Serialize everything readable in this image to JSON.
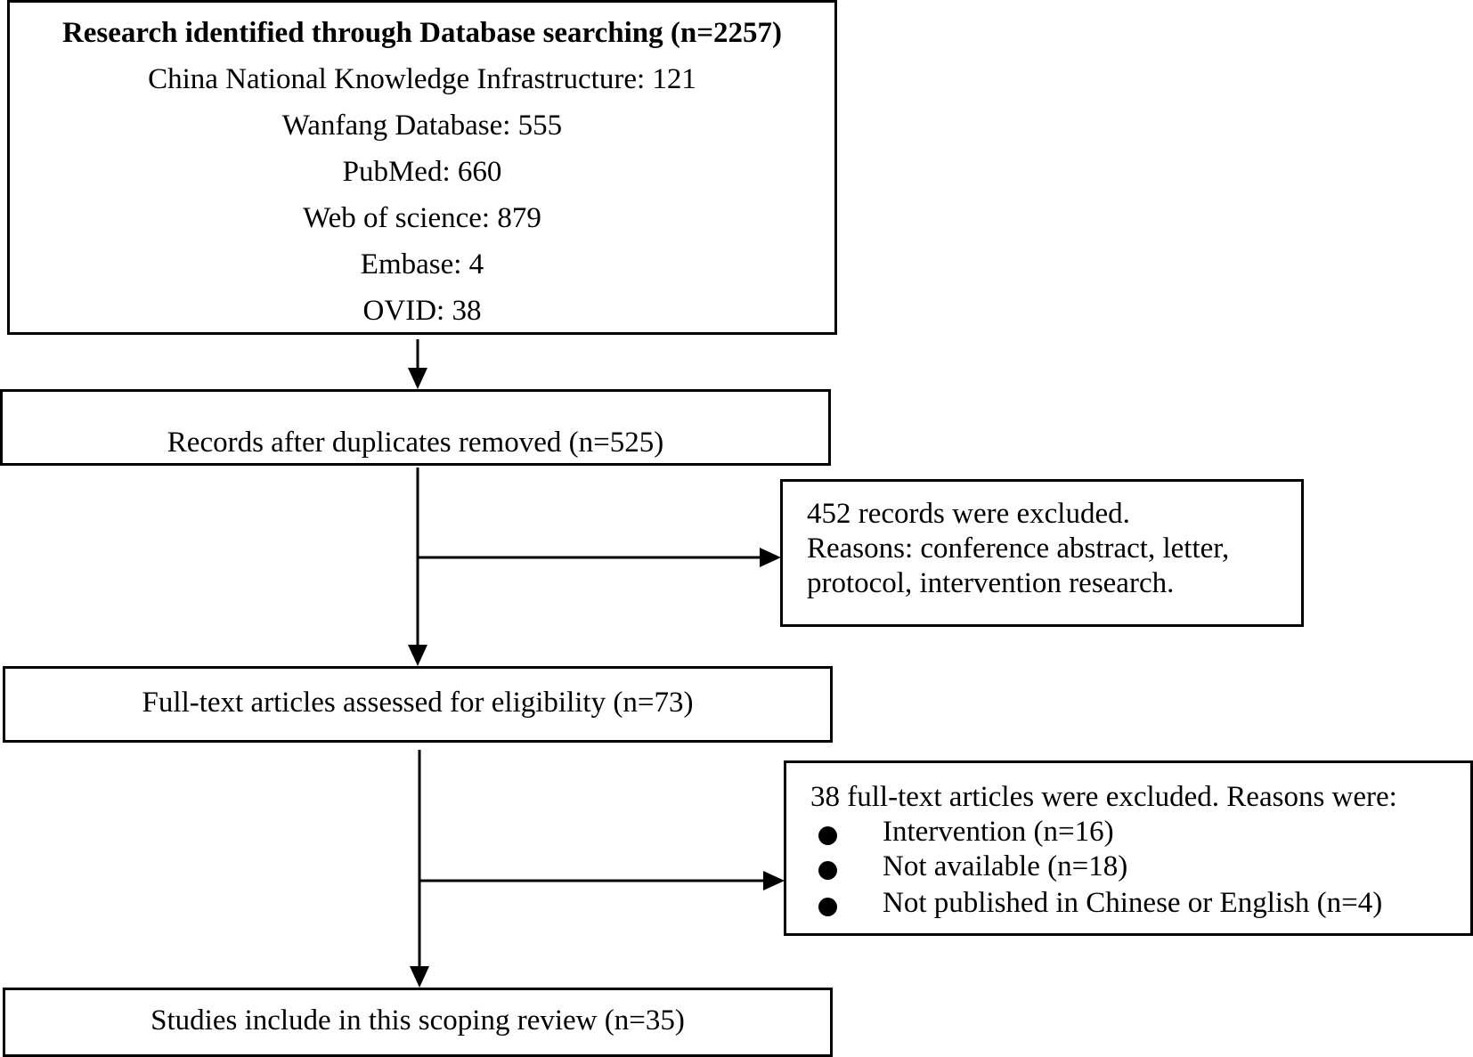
{
  "identification": {
    "title": "Research identified through Database searching (n=2257)",
    "sources": [
      "China National Knowledge Infrastructure: 121",
      "Wanfang Database: 555",
      "PubMed: 660",
      "Web of science: 879",
      "Embase: 4",
      "OVID: 38"
    ]
  },
  "duplicates": {
    "text": "Records after duplicates removed (n=525)"
  },
  "excluded_records": {
    "lines": [
      "452 records were excluded.",
      "Reasons: conference abstract, letter,",
      "protocol, intervention research."
    ]
  },
  "fulltext": {
    "text": "Full-text articles assessed for eligibility (n=73)"
  },
  "excluded_fulltext": {
    "heading": "38 full-text articles were excluded. Reasons were:",
    "reasons": [
      "Intervention (n=16)",
      "Not available (n=18)",
      "Not published in Chinese or English (n=4)"
    ]
  },
  "included": {
    "text": "Studies include in this scoping review (n=35)"
  }
}
